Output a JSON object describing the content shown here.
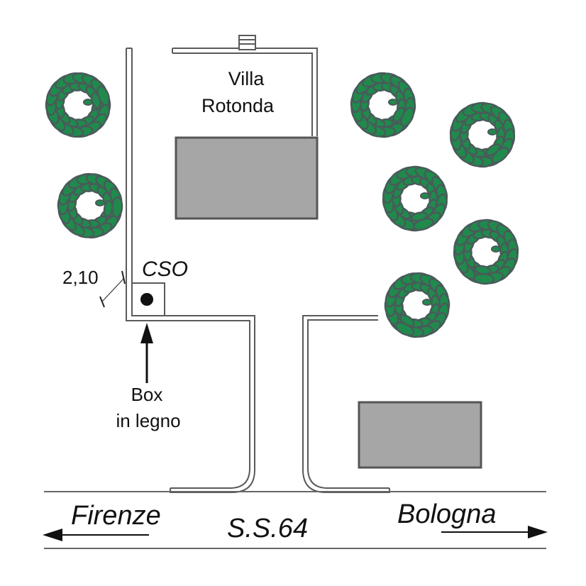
{
  "labels": {
    "villa_line1": "Villa",
    "villa_line2": "Rotonda",
    "cso": "CSO",
    "dimension": "2,10",
    "box_line1": "Box",
    "box_line2": "in legno",
    "firenze": "Firenze",
    "road": "S.S.64",
    "bologna": "Bologna"
  },
  "colors": {
    "leaf": "#1f8a4c",
    "leaf_edge": "#4a5a5a",
    "building": "#a6a6a6",
    "wall": "#5a5a5a"
  },
  "trees": 7
}
